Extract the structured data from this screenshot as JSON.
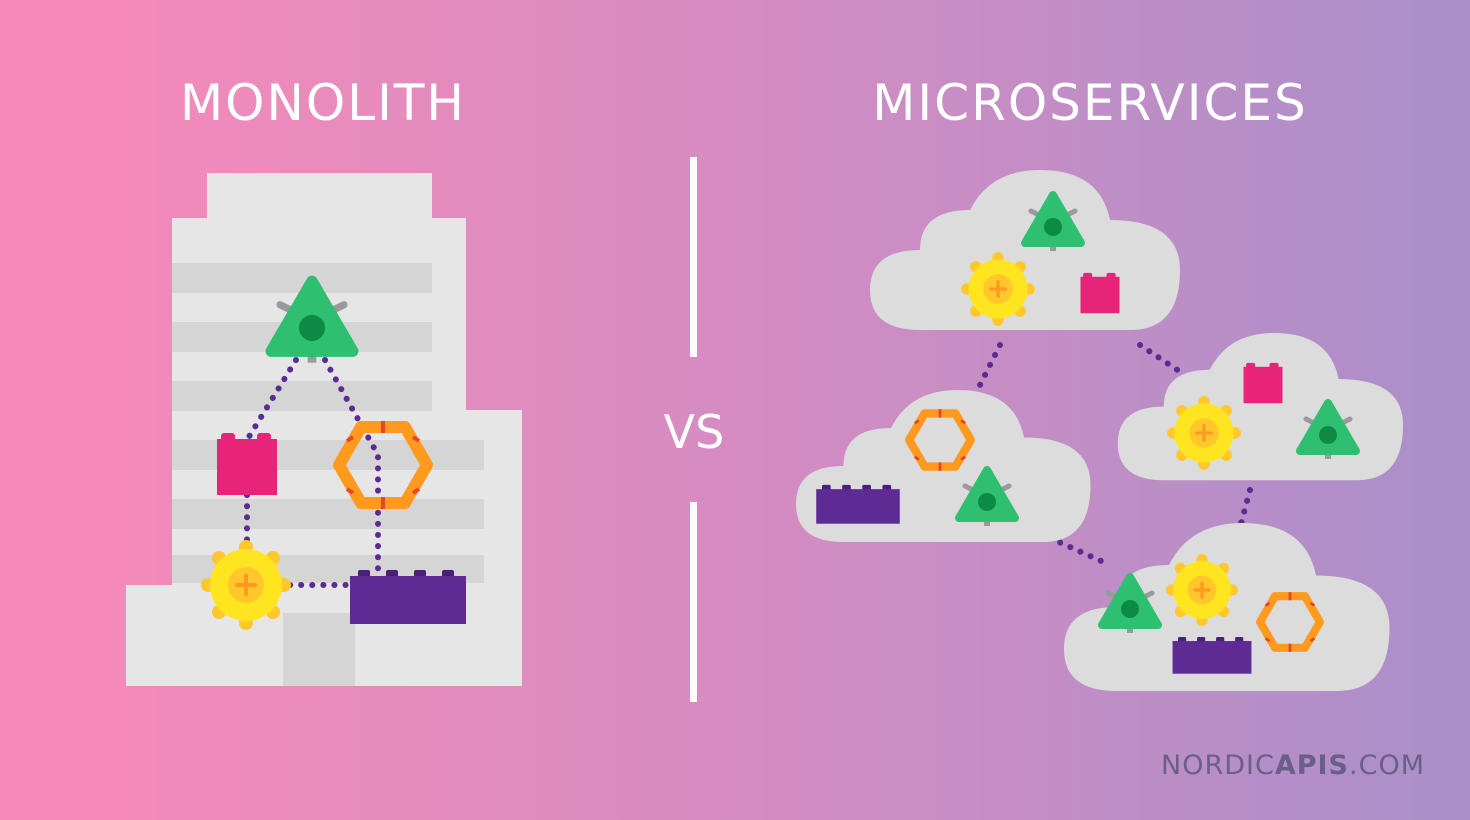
{
  "left_title": "MONOLITH",
  "right_title": "MICROSERVICES",
  "separator_text": "VS",
  "brand": {
    "prefix": "NORDIC",
    "bold": "APIS",
    "suffix": ".COM"
  },
  "colors": {
    "bg_left": "#f98ab8",
    "bg_right": "#aa8fc9",
    "building": "#e6e6e6",
    "building_stripe": "#d5d5d5",
    "cloud": "#dcdcdc",
    "green": "#2fbf71",
    "dark_green": "#0e8a47",
    "magenta": "#e8247a",
    "purple": "#5e2a93",
    "yellow": "#ffe51f",
    "orange": "#ff9a1f",
    "red": "#e8452a",
    "dots": "#5b2a93"
  }
}
